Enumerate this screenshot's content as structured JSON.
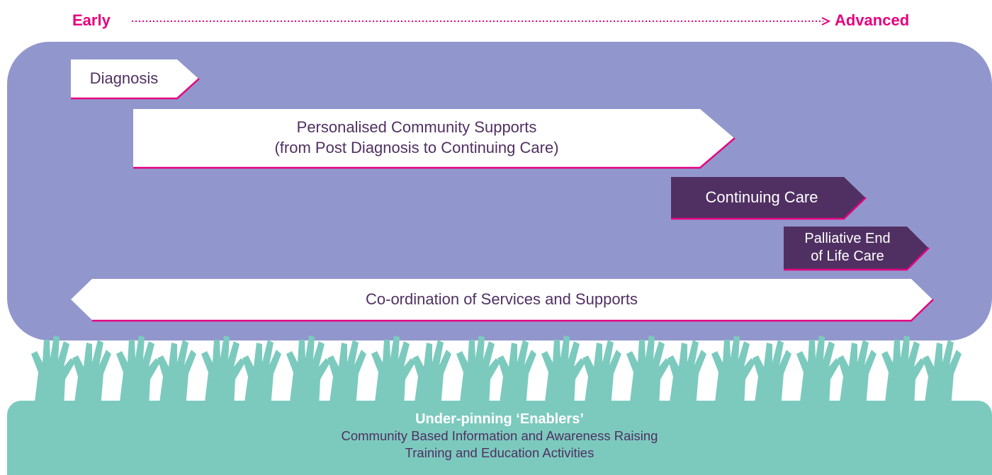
{
  "timeline": {
    "start_label": "Early",
    "end_label": "Advanced"
  },
  "stages": {
    "diagnosis": "Diagnosis",
    "personalised_line1": "Personalised Community Supports",
    "personalised_line2": "(from Post Diagnosis to Continuing Care)",
    "continuing_care": "Continuing Care",
    "palliative_line1": "Palliative End",
    "palliative_line2": "of Life Care",
    "coordination": "Co-ordination of Services and Supports"
  },
  "enablers": {
    "title": "Under-pinning ‘Enablers’",
    "line1": "Community Based Information and Awareness Raising",
    "line2": "Training and Education Activities"
  },
  "colors": {
    "accent_pink": "#e6007e",
    "panel_lavender": "#9197cd",
    "dark_purple": "#503062",
    "enablers_teal": "#7ccabe"
  }
}
